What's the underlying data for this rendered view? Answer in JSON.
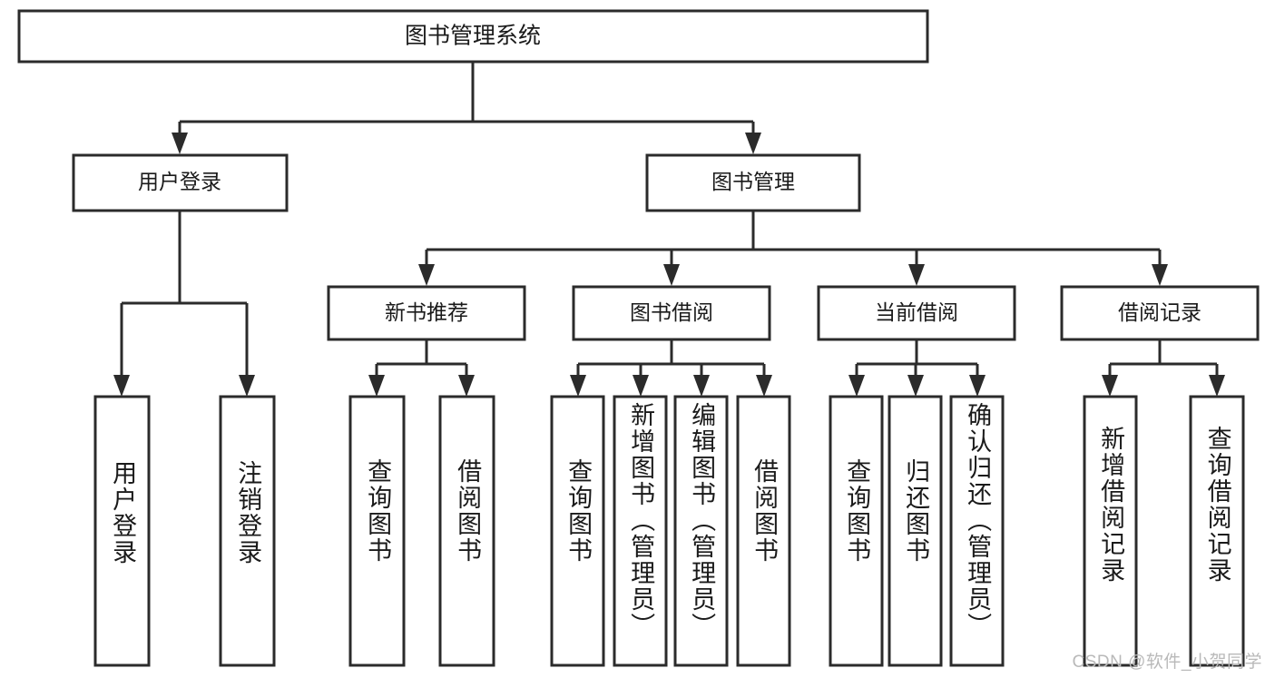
{
  "diagram": {
    "title": "图书管理系统",
    "watermark": "CSDN @软件_小贺同学",
    "type": "tree-hierarchy",
    "colors": {
      "stroke": "#2b2b2b",
      "fill": "#ffffff",
      "text": "#1a1a1a",
      "watermark": "#b9b9b9",
      "background": "#ffffff"
    },
    "root": {
      "label": "图书管理系统"
    },
    "level2": [
      {
        "label": "用户登录"
      },
      {
        "label": "图书管理"
      }
    ],
    "level3": [
      {
        "label": "新书推荐"
      },
      {
        "label": "图书借阅"
      },
      {
        "label": "当前借阅"
      },
      {
        "label": "借阅记录"
      }
    ],
    "leaves": {
      "user_login": [
        {
          "label": "用户登录"
        },
        {
          "label": "注销登录"
        }
      ],
      "new_book": [
        {
          "label": "查询图书"
        },
        {
          "label": "借阅图书"
        }
      ],
      "book_borrow": [
        {
          "label": "查询图书"
        },
        {
          "label": "新增图书（管理员）"
        },
        {
          "label": "编辑图书（管理员）"
        },
        {
          "label": "借阅图书"
        }
      ],
      "current_borrow": [
        {
          "label": "查询图书"
        },
        {
          "label": "归还图书"
        },
        {
          "label": "确认归还（管理员）"
        }
      ],
      "borrow_record": [
        {
          "label": "新增借阅记录"
        },
        {
          "label": "查询借阅记录"
        }
      ]
    }
  }
}
